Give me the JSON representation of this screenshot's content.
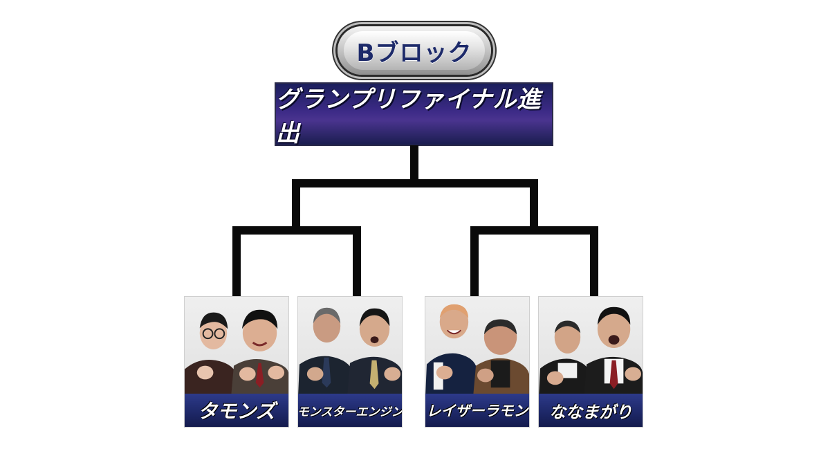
{
  "badge": {
    "label": "Bブロック"
  },
  "title": {
    "label": "グランプリファイナル進出"
  },
  "contestants": [
    {
      "name": "タモンズ"
    },
    {
      "name": "モンスターエンジン"
    },
    {
      "name": "レイザーラモン"
    },
    {
      "name": "ななまがり"
    }
  ],
  "colors": {
    "badge_text": "#1d2a6a",
    "banner": "#3c2a86",
    "name_bar": "#1d2766",
    "bracket_line": "#0a0a0a"
  }
}
